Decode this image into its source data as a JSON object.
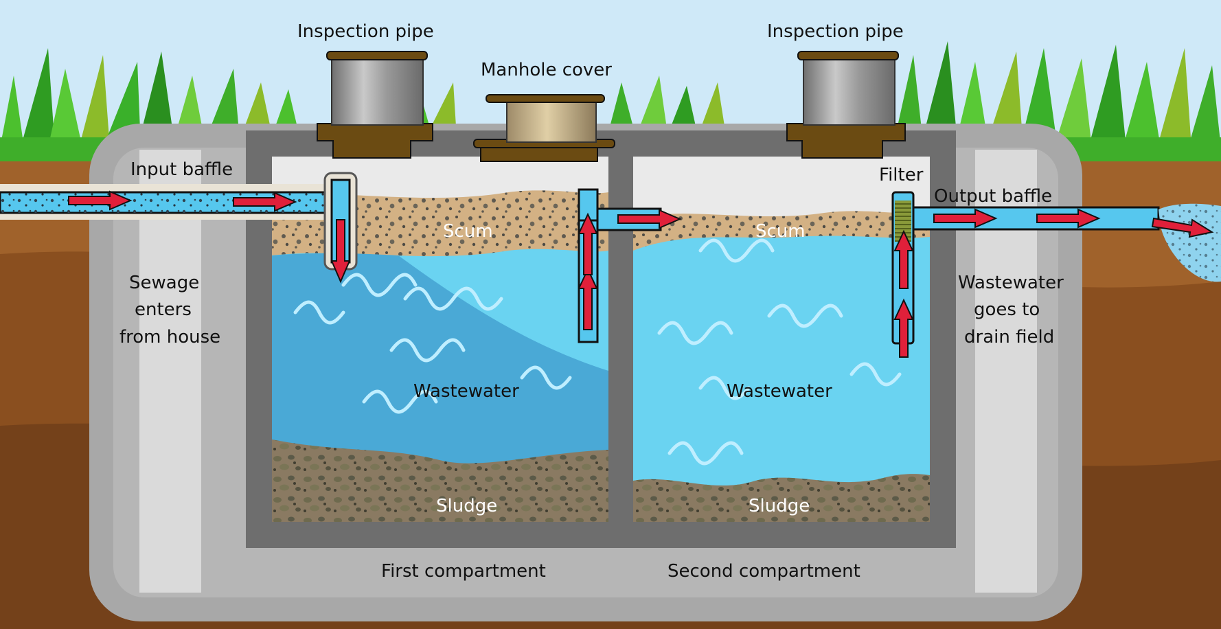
{
  "labels": {
    "inspection_pipe_left": "Inspection pipe",
    "inspection_pipe_right": "Inspection pipe",
    "manhole_cover": "Manhole cover",
    "input_baffle": "Input baffle",
    "filter": "Filter",
    "output_baffle": "Output baffle",
    "sewage_line1": "Sewage",
    "sewage_line2": "enters",
    "sewage_line3": "from house",
    "wastewater_out_line1": "Wastewater",
    "wastewater_out_line2": "goes to",
    "wastewater_out_line3": "drain field",
    "scum_left": "Scum",
    "scum_right": "Scum",
    "wastewater_left": "Wastewater",
    "wastewater_right": "Wastewater",
    "sludge_left": "Sludge",
    "sludge_right": "Sludge",
    "first_compartment": "First compartment",
    "second_compartment": "Second compartment"
  },
  "colors": {
    "sky": "#cfe9f8",
    "grass": "#3fae2a",
    "soil": "#a0622b",
    "tank_outer": "#a8a8a8",
    "tank_inner": "#6e6e6e",
    "water_light": "#6ad3f1",
    "water_dark": "#4aa9d6",
    "scum": "#d3b184",
    "sludge": "#8a7a62",
    "pipe": "#56c7ee",
    "arrow": "#e0203a"
  },
  "icons": {
    "flow_arrow": "red-flow-arrow-icon",
    "wave": "wave-icon"
  }
}
